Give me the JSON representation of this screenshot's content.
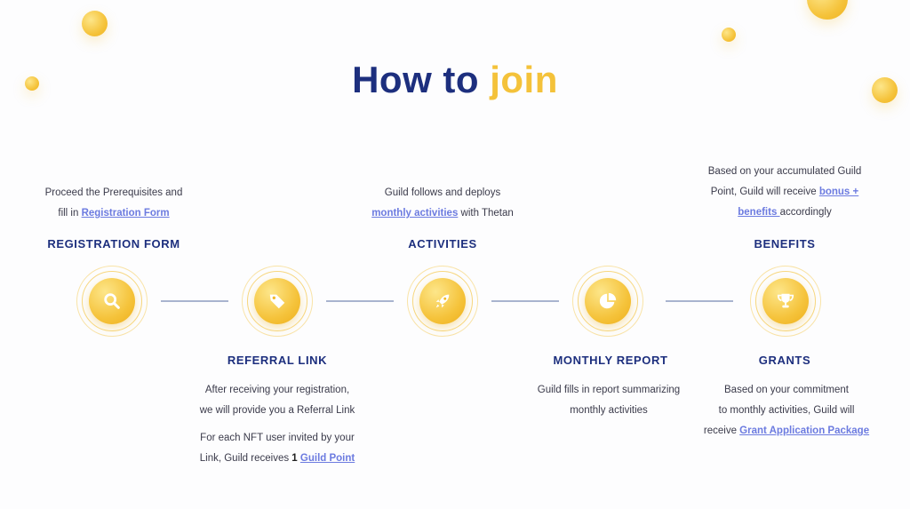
{
  "title": {
    "part1": "How to ",
    "part2": "join"
  },
  "steps": {
    "registration": {
      "heading": "REGISTRATION FORM",
      "line1": "Proceed the Prerequisites and",
      "line2_pre": "fill in ",
      "link": "Registration Form"
    },
    "referral": {
      "heading": "REFERRAL LINK",
      "line1": "After receiving your registration,",
      "line2": "we will provide you a Referral Link",
      "line3": "For each NFT user invited by your",
      "line4_pre": "Link, Guild receives ",
      "bold": "1",
      "link": "Guild Point"
    },
    "activities": {
      "heading": "ACTIVITIES",
      "line1": "Guild follows and deploys",
      "link": "monthly activities",
      "line2_post": " with Thetan"
    },
    "monthly_report": {
      "heading": "MONTHLY REPORT",
      "line1": "Guild fills in report summarizing",
      "line2": "monthly activities"
    },
    "benefits": {
      "heading": "BENEFITS",
      "line1": "Based on your accumulated Guild",
      "line2_pre": "Point, Guild will receive ",
      "link1": "bonus +",
      "link2": "benefits ",
      "line3_post": "accordingly"
    },
    "grants": {
      "heading": "GRANTS",
      "line1": "Based on your commitment",
      "line2": "to monthly activities, Guild will",
      "line3_pre": "receive ",
      "link": "Grant Application Package"
    }
  },
  "icons": [
    "search-icon",
    "tag-icon",
    "rocket-icon",
    "pie-chart-icon",
    "trophy-icon"
  ],
  "colors": {
    "navy": "#1d2f7e",
    "gold": "#f4c23a",
    "link": "#6c7be0"
  }
}
